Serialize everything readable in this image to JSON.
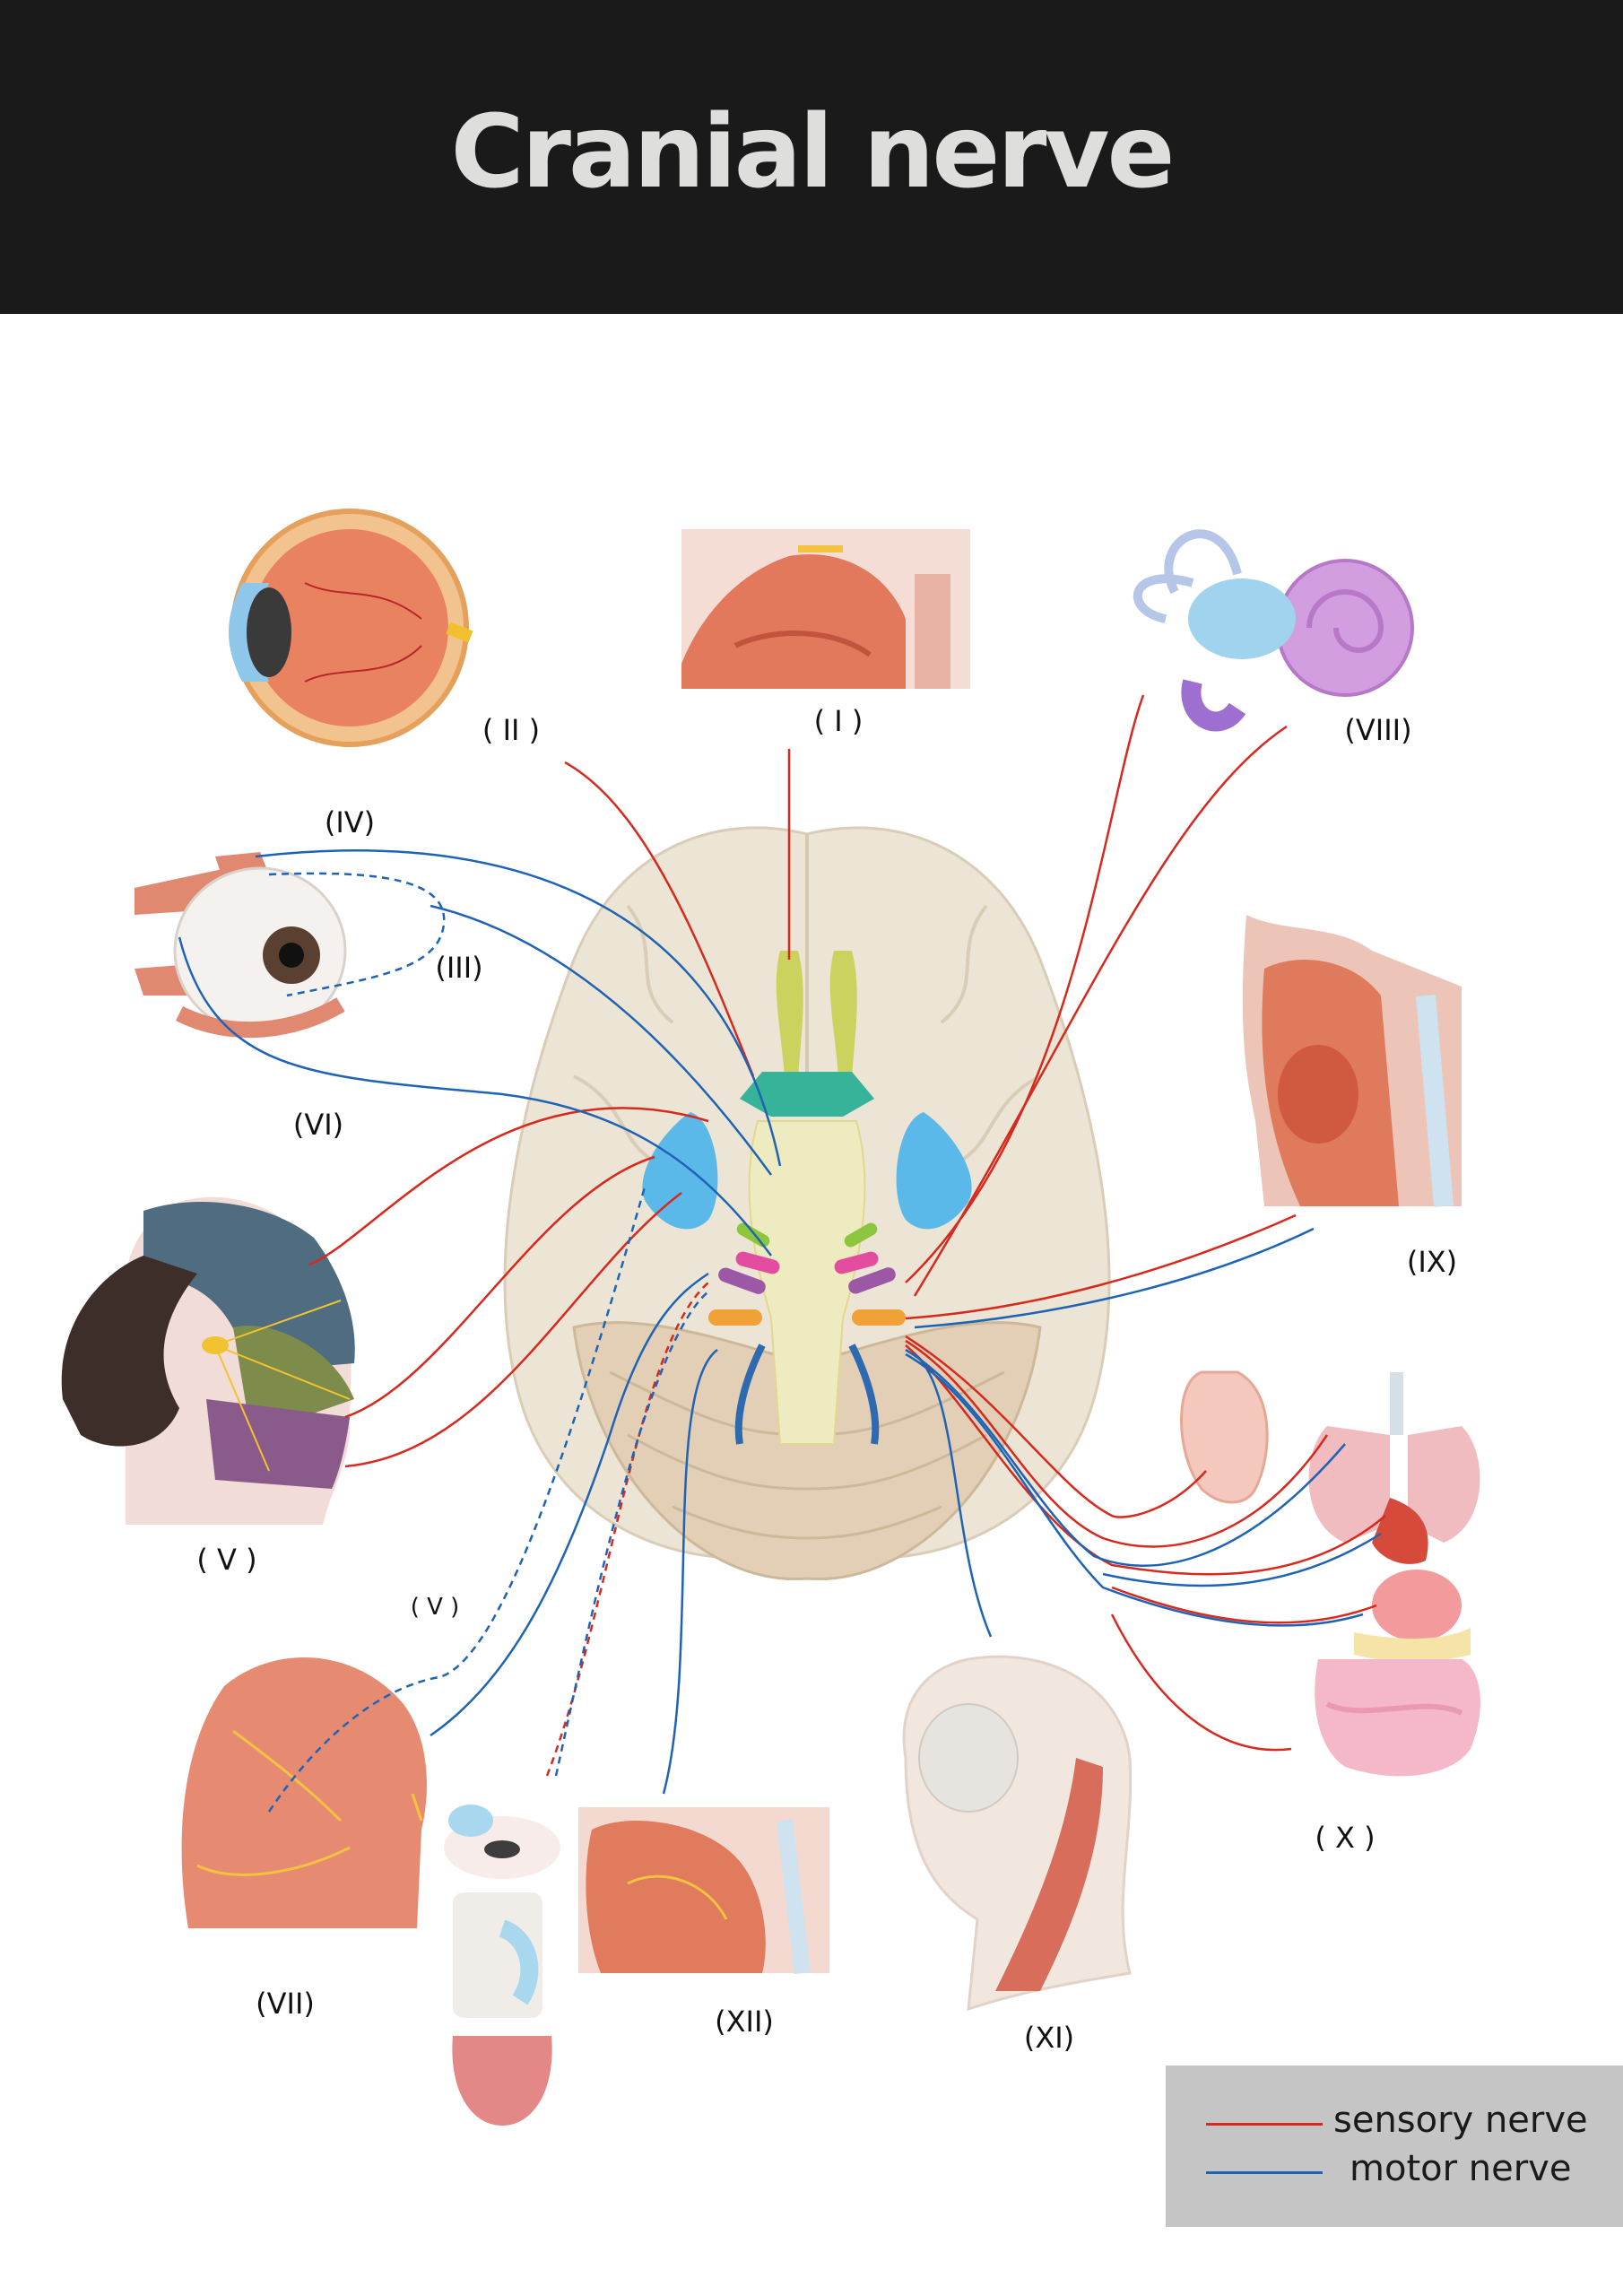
{
  "title": "Cranial nerve",
  "colors": {
    "sensory": "#d7291e",
    "motor": "#1f63b5",
    "header_bg": "#1b1a1a",
    "legend_bg": "#c6c5c5",
    "brain": "#ece4d4",
    "muscle": "#e07a64"
  },
  "labels": {
    "I": "( I )",
    "II": "( II )",
    "III": "(III)",
    "IV": "(IV)",
    "V": "( V )",
    "V_small": "( V )",
    "VI": "(VI)",
    "VII": "(VII)",
    "VIII": "(VIII)",
    "IX": "(IX)",
    "X": "( X )",
    "XI": "(XI)",
    "XII": "(XII)"
  },
  "illustrations": [
    "eyeball-cross-section",
    "nasal-cavity",
    "inner-ear",
    "eye-muscles",
    "face-trigeminal",
    "pharynx",
    "ear-and-organs",
    "facial-muscles",
    "face-tongue",
    "tongue-section",
    "neck-muscles",
    "brain-base"
  ],
  "legend": {
    "sensory_label": "sensory nerve",
    "motor_label": "motor nerve"
  }
}
